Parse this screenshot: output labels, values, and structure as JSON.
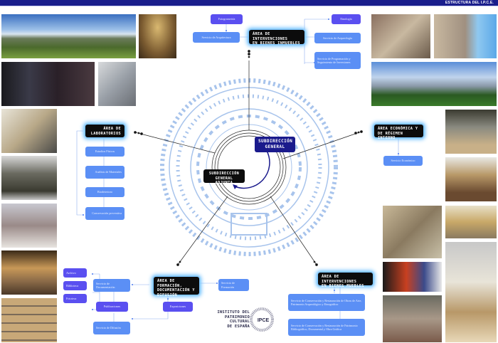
{
  "header": {
    "title": "ESTRUCTURA DEL I.P.C.E."
  },
  "colors": {
    "bar": "#1a1e8c",
    "service_blue": "#5b8ff5",
    "service_purple": "#5a4ff0",
    "area_black": "#0c0c0c",
    "glow": "#6fc0ff",
    "plan": "#a8c4ec"
  },
  "center": {
    "general": "SUBDIRECCIÓN\nGENERAL",
    "adjunta": "SUBDIRECCIÓN\nGENERAL ADJUNTA"
  },
  "areas": {
    "inmuebles": {
      "label": "ÁREA DE INTERVENCIONES\nEN BIENES INMUEBLES",
      "services": [
        "Fotogrametría",
        "Servicio de Arquitectura",
        "Etnología",
        "Servicio de Arqueología",
        "Servicio de Programación y Seguimiento de Inversiones"
      ]
    },
    "laboratorios": {
      "label": "ÁREA DE\nLABORATORIOS",
      "services": [
        "Estudios Físicos",
        "Análisis de Materiales",
        "Biodeterioro",
        "Conservación preventiva"
      ]
    },
    "economica": {
      "label": "ÁREA ECONÓMICA Y\nDE RÉGIMEN INTERNO",
      "services": [
        "Servicio Económico"
      ]
    },
    "formacion": {
      "label": "ÁREA DE FORMACIÓN,\nDOCUMENTACIÓN Y\nDIFUSIÓN",
      "services": [
        "Archivo",
        "Biblioteca",
        "Fototeca",
        "Servicio de Documentación",
        "Publicaciones",
        "Servicio de Difusión",
        "Exposiciones",
        "Servicio de Formación"
      ]
    },
    "muebles": {
      "label": "ÁREA DE INTERVENCIONES\nEN BIENES MUEBLES",
      "services": [
        "Servicio de Conservación y Restauración de Obras de Arte, Patrimonio Arqueológico y Etnográfico",
        "Servicio de Conservación y Restauración de Patrimonio Bibliográfico, Documental y Obra Gráfica"
      ]
    }
  },
  "logo": {
    "text": "INSTITUTO DEL\nPATRIMONIO\nCULTURAL\nDE ESPAÑA",
    "mark": "IPCE"
  },
  "photos": [
    "building-olive-trees",
    "vaulted-interior",
    "dark-lab-room",
    "microscope-lab",
    "restoring-sculpture",
    "gargoyle",
    "monastery-garden",
    "manuscript-document",
    "large-painting-wall",
    "lab-workstations",
    "library-reading-room",
    "archive-shelves",
    "office-mezzanine",
    "excavation-site",
    "painting-workshop",
    "arched-gallery",
    "painting-restoration",
    "manuscript-restoration",
    "sculpture-restoration"
  ]
}
